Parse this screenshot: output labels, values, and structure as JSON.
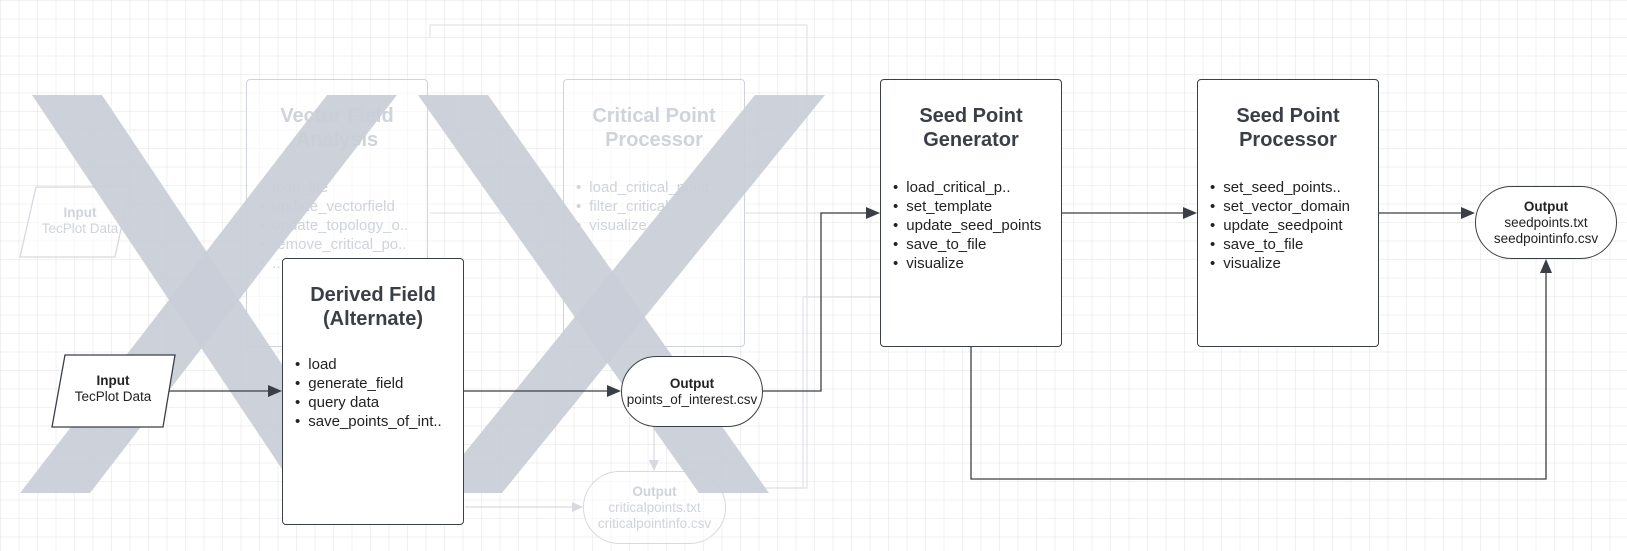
{
  "nodes": {
    "input_faded": {
      "title": "Input",
      "sub": "TecPlot Data"
    },
    "vector_field": {
      "title": "Vector Field Analysis",
      "items": [
        "load_file",
        "update_vectorfield",
        "update_topology_o..",
        "remove_critical_po..",
        "..."
      ]
    },
    "critical_point": {
      "title": "Critical Point Processor",
      "items": [
        "load_critical_point..",
        "filter_critical",
        "visualize"
      ]
    },
    "input": {
      "title": "Input",
      "sub": "TecPlot Data"
    },
    "derived_field": {
      "title": "Derived Field (Alternate)",
      "items": [
        "load",
        "generate_field",
        "query data",
        "save_points_of_int.."
      ]
    },
    "output_poi": {
      "title": "Output",
      "lines": [
        "points_of_interest.csv"
      ]
    },
    "output_critical": {
      "title": "Output",
      "lines": [
        "criticalpoints.txt",
        "criticalpointinfo.csv"
      ]
    },
    "seed_generator": {
      "title": "Seed Point Generator",
      "items": [
        "load_critical_p..",
        "set_template",
        "update_seed_points",
        "save_to_file",
        "visualize"
      ]
    },
    "seed_processor": {
      "title": "Seed Point Processor",
      "items": [
        "set_seed_points..",
        "set_vector_domain",
        "update_seedpoint",
        "save_to_file",
        "visualize"
      ]
    },
    "output_seed": {
      "title": "Output",
      "lines": [
        "seedpoints.txt",
        "seedpointinfo.csv"
      ]
    }
  },
  "colors": {
    "stroke": "#3a3f47",
    "faded": "#cfd3da",
    "cross": "#c9ced7"
  }
}
